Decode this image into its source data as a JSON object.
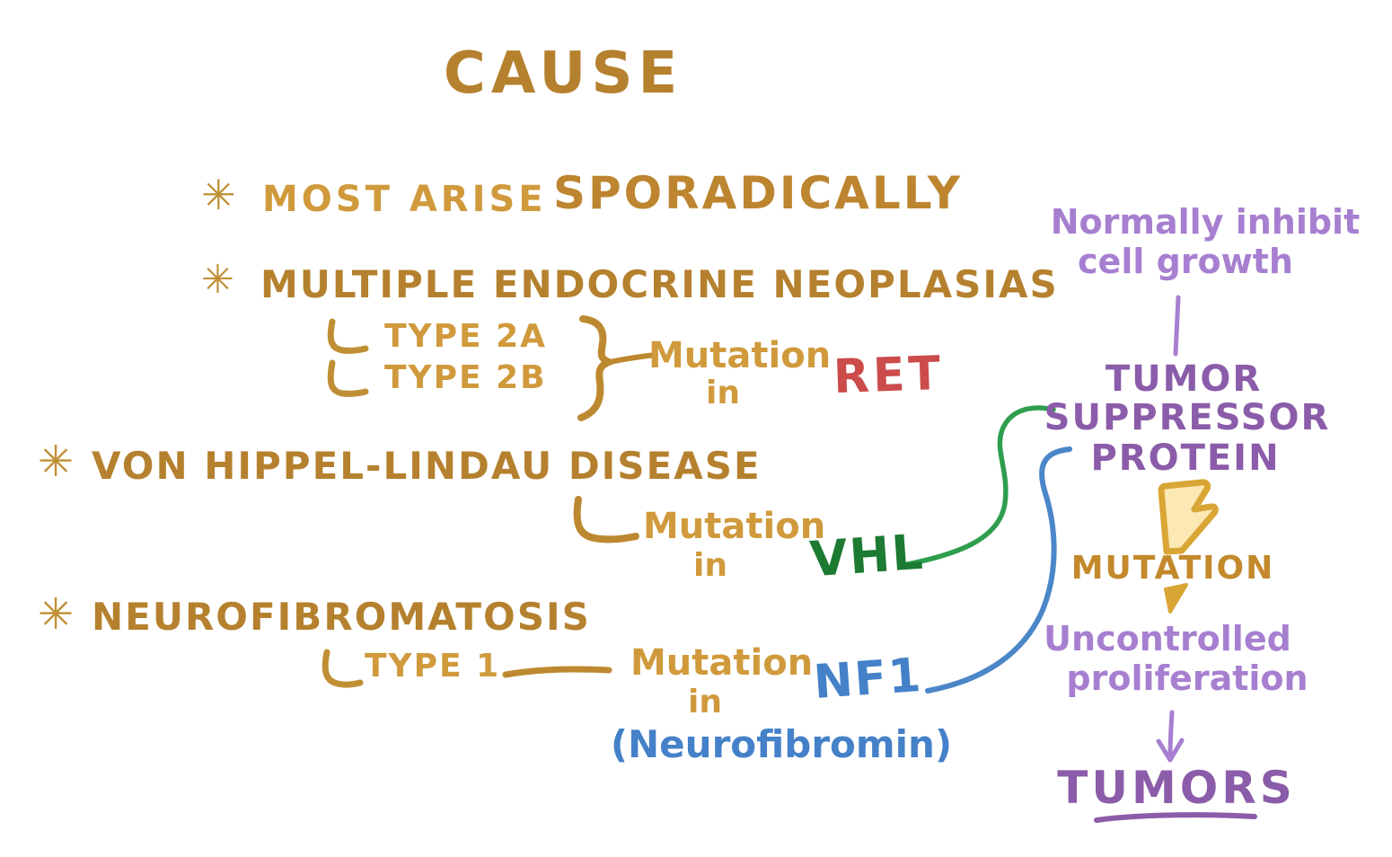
{
  "title": "CAUSE",
  "marker": "✳",
  "bullets": {
    "sporadic": {
      "prefix": "MOST ARISE",
      "emphasis": "SPORADICALLY"
    },
    "men": {
      "label": "MULTIPLE ENDOCRINE NEOPLASIAS",
      "type2a": "TYPE 2A",
      "type2b": "TYPE 2B",
      "mutation_word": "Mutation",
      "in_word": "in",
      "gene": "RET"
    },
    "vhl": {
      "label": "VON HIPPEL-LINDAU DISEASE",
      "mutation_word": "Mutation",
      "in_word": "in",
      "gene": "VHL"
    },
    "nf": {
      "label": "NEUROFIBROMATOSIS",
      "type1": "TYPE 1",
      "mutation_word": "Mutation",
      "in_word": "in",
      "gene": "NF1",
      "protein": "(Neurofibromin)"
    }
  },
  "tumor_suppressor": {
    "note_line1": "Normally inhibit",
    "note_line2": "cell growth",
    "name_line1": "TUMOR",
    "name_line2": "SUPPRESSOR",
    "name_line3": "PROTEIN",
    "event": "MUTATION",
    "effect_line1": "Uncontrolled",
    "effect_line2": "proliferation",
    "result": "TUMORS"
  },
  "colors": {
    "gold_dark": "#b5812e",
    "gold_light": "#d09a3c",
    "ret_red": "#cc4b4b",
    "vhl_green": "#1c7a33",
    "connector_green": "#2f9e4e",
    "nf1_blue": "#4581c8",
    "purple_light": "#a77fd0",
    "purple_dark": "#8b5ca9",
    "mutation_gold": "#c3892b",
    "bolt_fill": "#fbe8b4",
    "bolt_stroke": "#d9a635",
    "background": "#ffffff"
  }
}
